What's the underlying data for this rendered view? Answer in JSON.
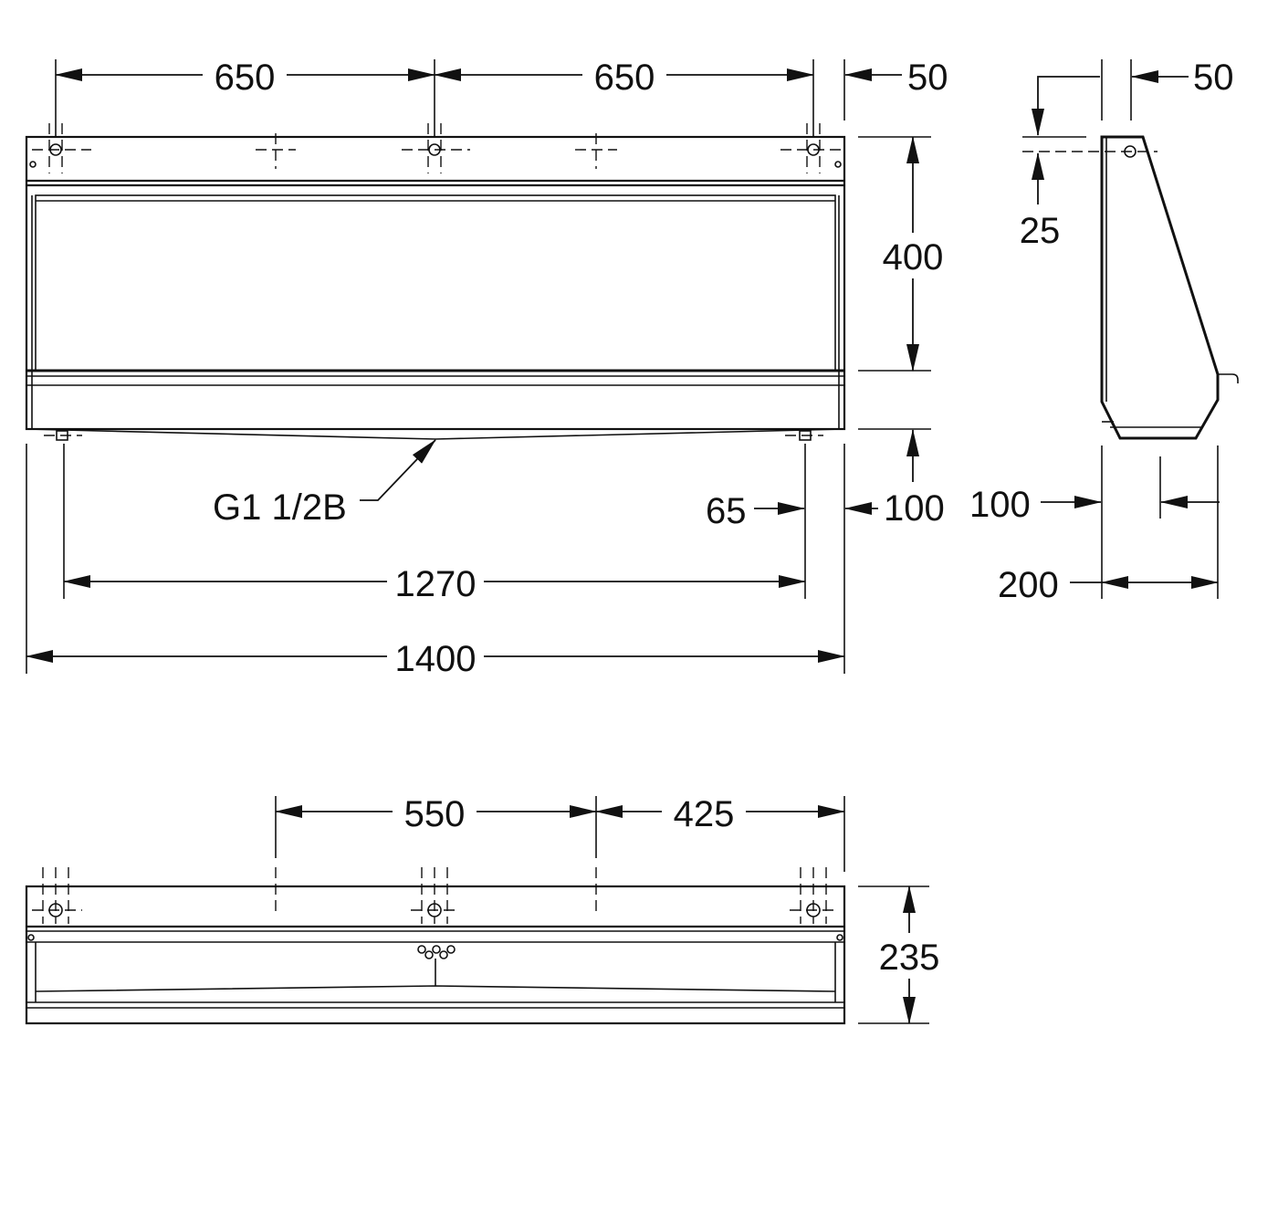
{
  "labels": {
    "front_top_left": "650",
    "front_top_mid": "650",
    "front_top_right": "50",
    "front_height": "400",
    "front_drain": "G1 1/2B",
    "front_edge_65": "65",
    "front_edge_100": "100",
    "front_inner_width": "1270",
    "front_total_width": "1400",
    "side_top_offset": "50",
    "side_hole_height": "25",
    "side_bottom_offset": "100",
    "side_depth": "200",
    "plan_center_spacing": "550",
    "plan_edge_spacing": "425",
    "plan_depth": "235"
  }
}
